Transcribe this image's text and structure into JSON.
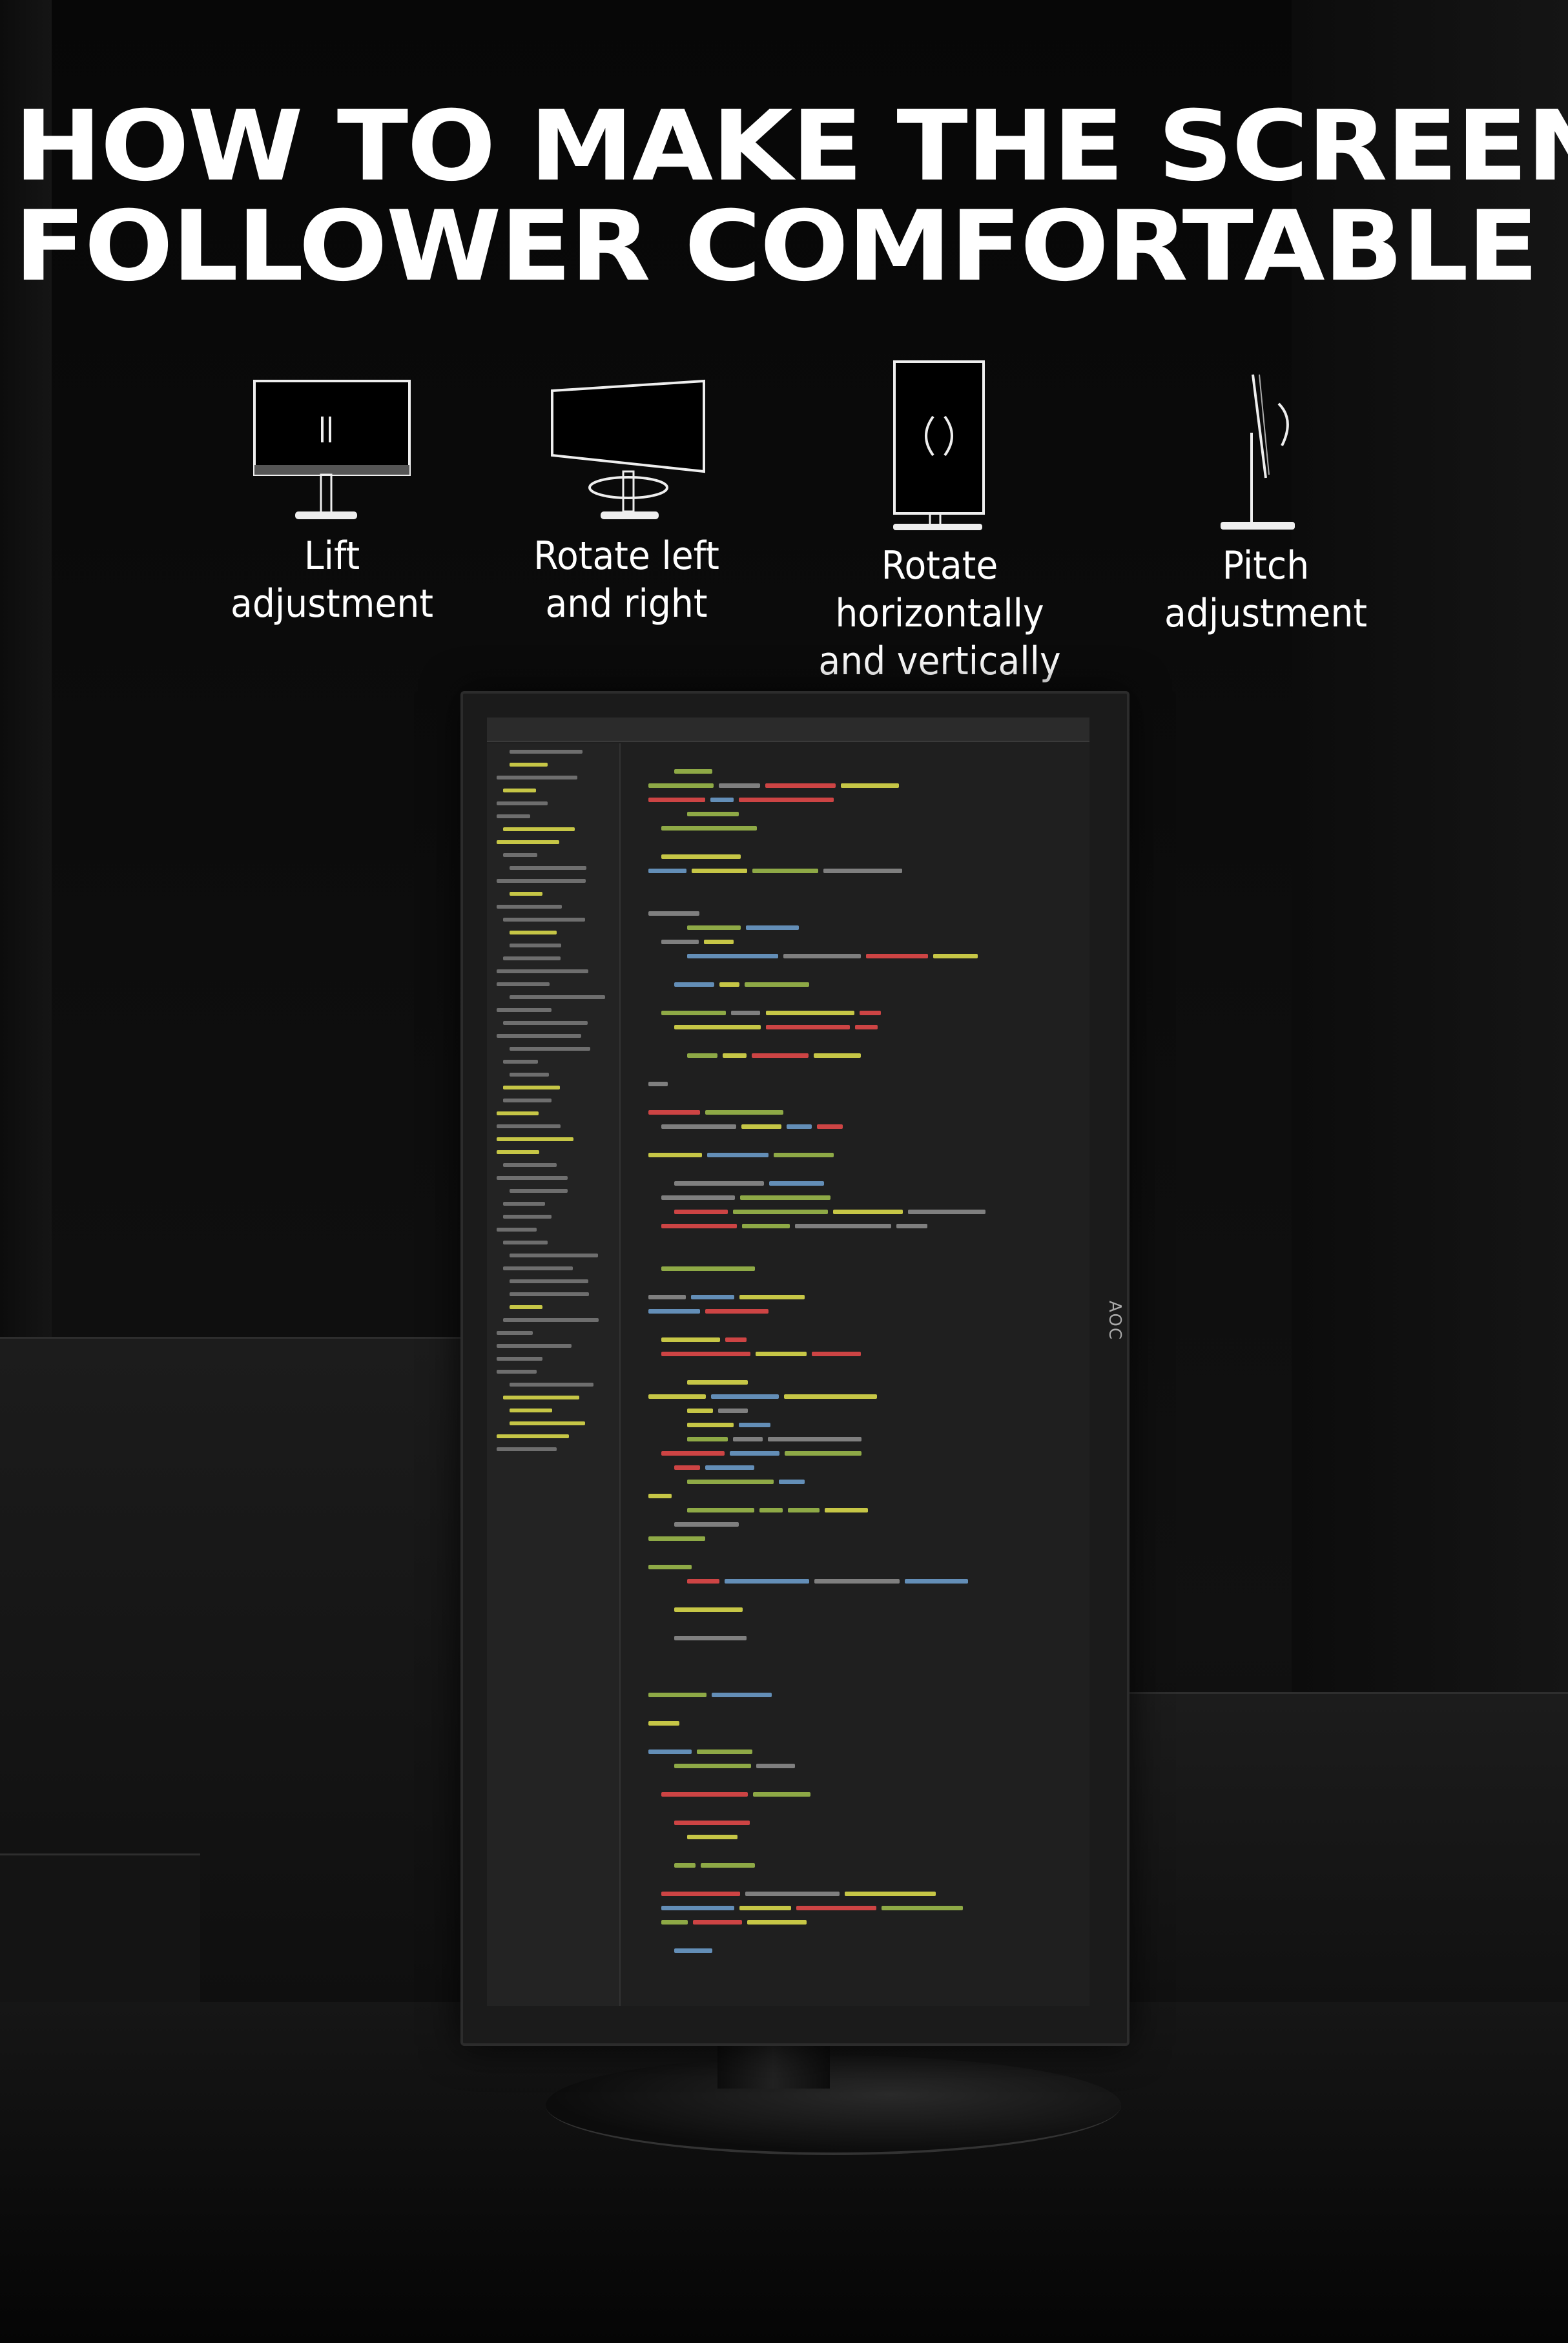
{
  "title": {
    "line1": "HOW TO MAKE THE SCREEN",
    "line2": "FOLLOWER COMFORTABLE"
  },
  "features": [
    {
      "icon": "lift-monitor-icon",
      "line1": "Lift",
      "line2": "adjustment",
      "line3": ""
    },
    {
      "icon": "swivel-monitor-icon",
      "line1": "Rotate left",
      "line2": "and right",
      "line3": ""
    },
    {
      "icon": "pivot-monitor-icon",
      "line1": "Rotate",
      "line2": "horizontally",
      "line3": "and vertically"
    },
    {
      "icon": "tilt-monitor-icon",
      "line1": "Pitch",
      "line2": "adjustment",
      "line3": ""
    }
  ],
  "monitor": {
    "brand": "AOC"
  },
  "colors": {
    "red": "#e04848",
    "yellow": "#d8d84a",
    "green": "#9ab84a",
    "grey": "#8a8a8a",
    "blue": "#6a9ac8"
  }
}
